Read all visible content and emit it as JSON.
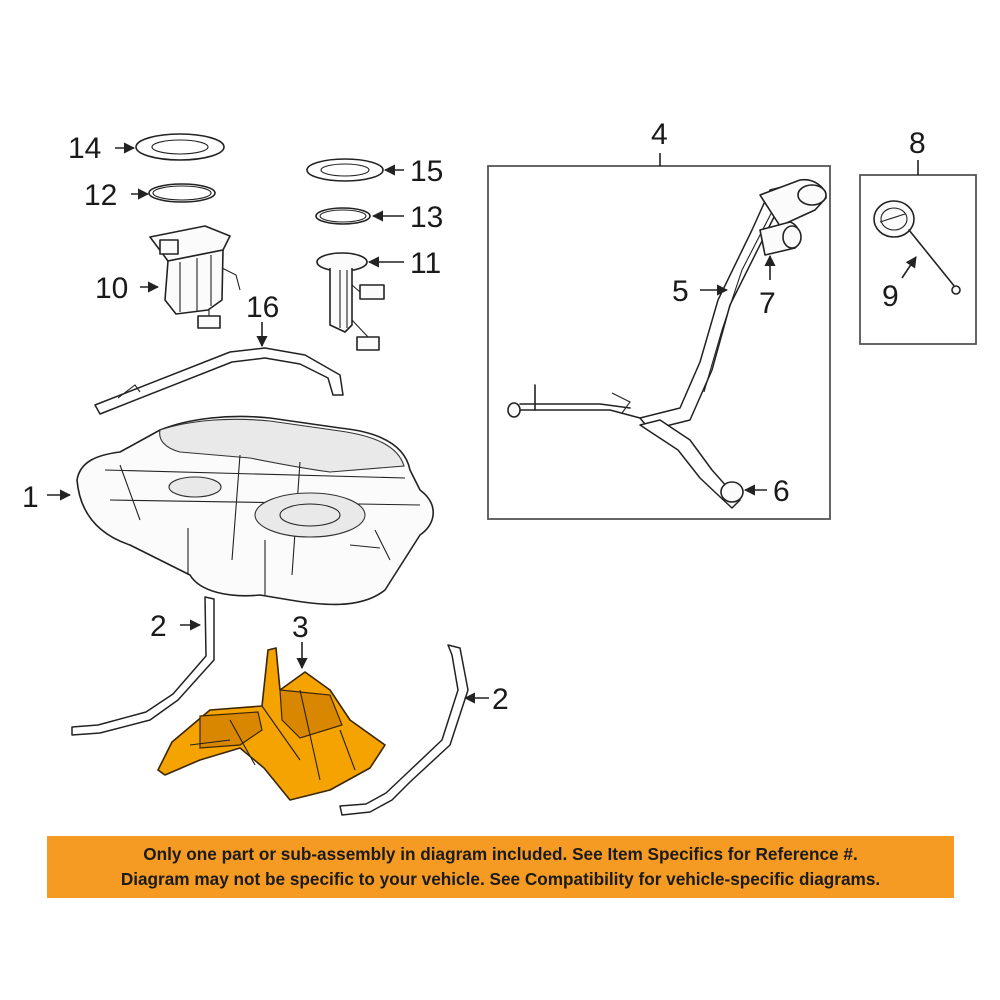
{
  "callouts": {
    "c1": "1",
    "c2a": "2",
    "c2b": "2",
    "c3": "3",
    "c4": "4",
    "c5": "5",
    "c6": "6",
    "c7": "7",
    "c8": "8",
    "c9": "9",
    "c10": "10",
    "c11": "11",
    "c12": "12",
    "c13": "13",
    "c14": "14",
    "c15": "15",
    "c16": "16"
  },
  "highlighted_part": "3",
  "colors": {
    "highlight": "#f5a300",
    "banner_bg": "#f59a22",
    "line": "#222222"
  },
  "banner": {
    "line1": "Only one part or sub-assembly in diagram included. See Item Specifics for Reference #.",
    "line2": "Diagram may not be specific to your vehicle. See Compatibility for vehicle-specific diagrams."
  }
}
